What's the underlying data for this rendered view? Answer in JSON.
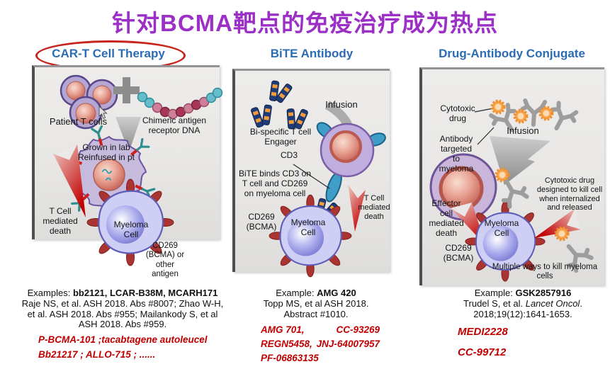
{
  "slide": {
    "title": "针对BCMA靶点的免疫治疗成为热点"
  },
  "colors": {
    "title_purple": "#9b2fc6",
    "header_blue": "#2b6cb5",
    "highlight_red": "#c00000",
    "panel_gray": "#eae9e7"
  },
  "icons": {
    "plus_icon": "plus between T cells and DNA",
    "mouse_cursor": "arrow pointer",
    "gray_arrow": "process/infusion arrow",
    "red_arrow": "cell-death arrow",
    "gear_icon": "cytotoxic drug payload",
    "antibody_icon": "gray Y antibody",
    "bite_icon": "bi-specific engager molecule"
  },
  "panels": [
    {
      "header": "CAR-T Cell Therapy",
      "labels": {
        "patient_t_cells": "Patient T cells",
        "car_dna": "Chimeric antigen\nreceptor DNA",
        "grown_in_lab": "Grown in lab\nReinfused in pt",
        "t_cell_death": "T Cell\nmediated\ndeath",
        "myeloma_cell": "Myeloma\nCell",
        "antigen_note": "CD269\n(BCMA) or\nother\nantigen"
      },
      "footer": {
        "example_label": "Examples: ",
        "example_names": "bb2121, LCAR-B38M, MCARH171",
        "reference": "Raje NS, et al. ASH 2018. Abs #8007; Zhao W-H, et al. ASH 2018. Abs #955; Mailankody S, et al ASH 2018. Abs #959.",
        "pipeline_lines": [
          "P-BCMA-101 ;tacabtagene autoleucel",
          "Bb21217 ; ALLO-715 ;  ......"
        ]
      }
    },
    {
      "header": "BiTE Antibody",
      "labels": {
        "infusion": "Infusion",
        "bite_engager": "Bi-specific T cell\nEngager",
        "cd3": "CD3",
        "bite_binds": "BiTE binds CD3 on\nT cell and CD269\non myeloma cell",
        "t_cell_death": "T Cell\nmediated\ndeath",
        "cd269": "CD269\n(BCMA)",
        "myeloma_cell": "Myeloma\nCell"
      },
      "footer": {
        "example_label": "Example: ",
        "example_names": "AMG 420",
        "reference": "Topp MS, et al ASH 2018.\nAbstract #1010.",
        "pipeline_rows": [
          [
            "AMG 701,",
            "CC-93269"
          ],
          [
            "REGN5458,",
            "JNJ-64007957"
          ],
          [
            "PF-06863135",
            ""
          ]
        ]
      }
    },
    {
      "header": "Drug-Antibody Conjugate",
      "labels": {
        "cytotoxic_drug": "Cytotoxic\ndrug",
        "antibody_targeted": "Antibody\ntargeted\nto\nmyeloma",
        "infusion": "Infusion",
        "effector_death": "Effector\ncell\nmediated\ndeath",
        "myeloma_cell": "Myeloma\nCell",
        "cytotoxic_designed": "Cytotoxic drug\ndesigned to kill cell\nwhen internalized\nand released",
        "cd269": "CD269\n(BCMA)",
        "multiple_ways": "Multiple ways to kill myeloma\ncells"
      },
      "footer": {
        "example_label": "Example: ",
        "example_names": "GSK2857916",
        "ref_prefix": "Trudel S, et al. ",
        "ref_journal": "Lancet Oncol",
        "ref_suffix": ".",
        "ref_line2": "2018;19(12):1641-1653.",
        "pipeline_lines": [
          "MEDI2228",
          "CC-99712"
        ]
      }
    }
  ]
}
